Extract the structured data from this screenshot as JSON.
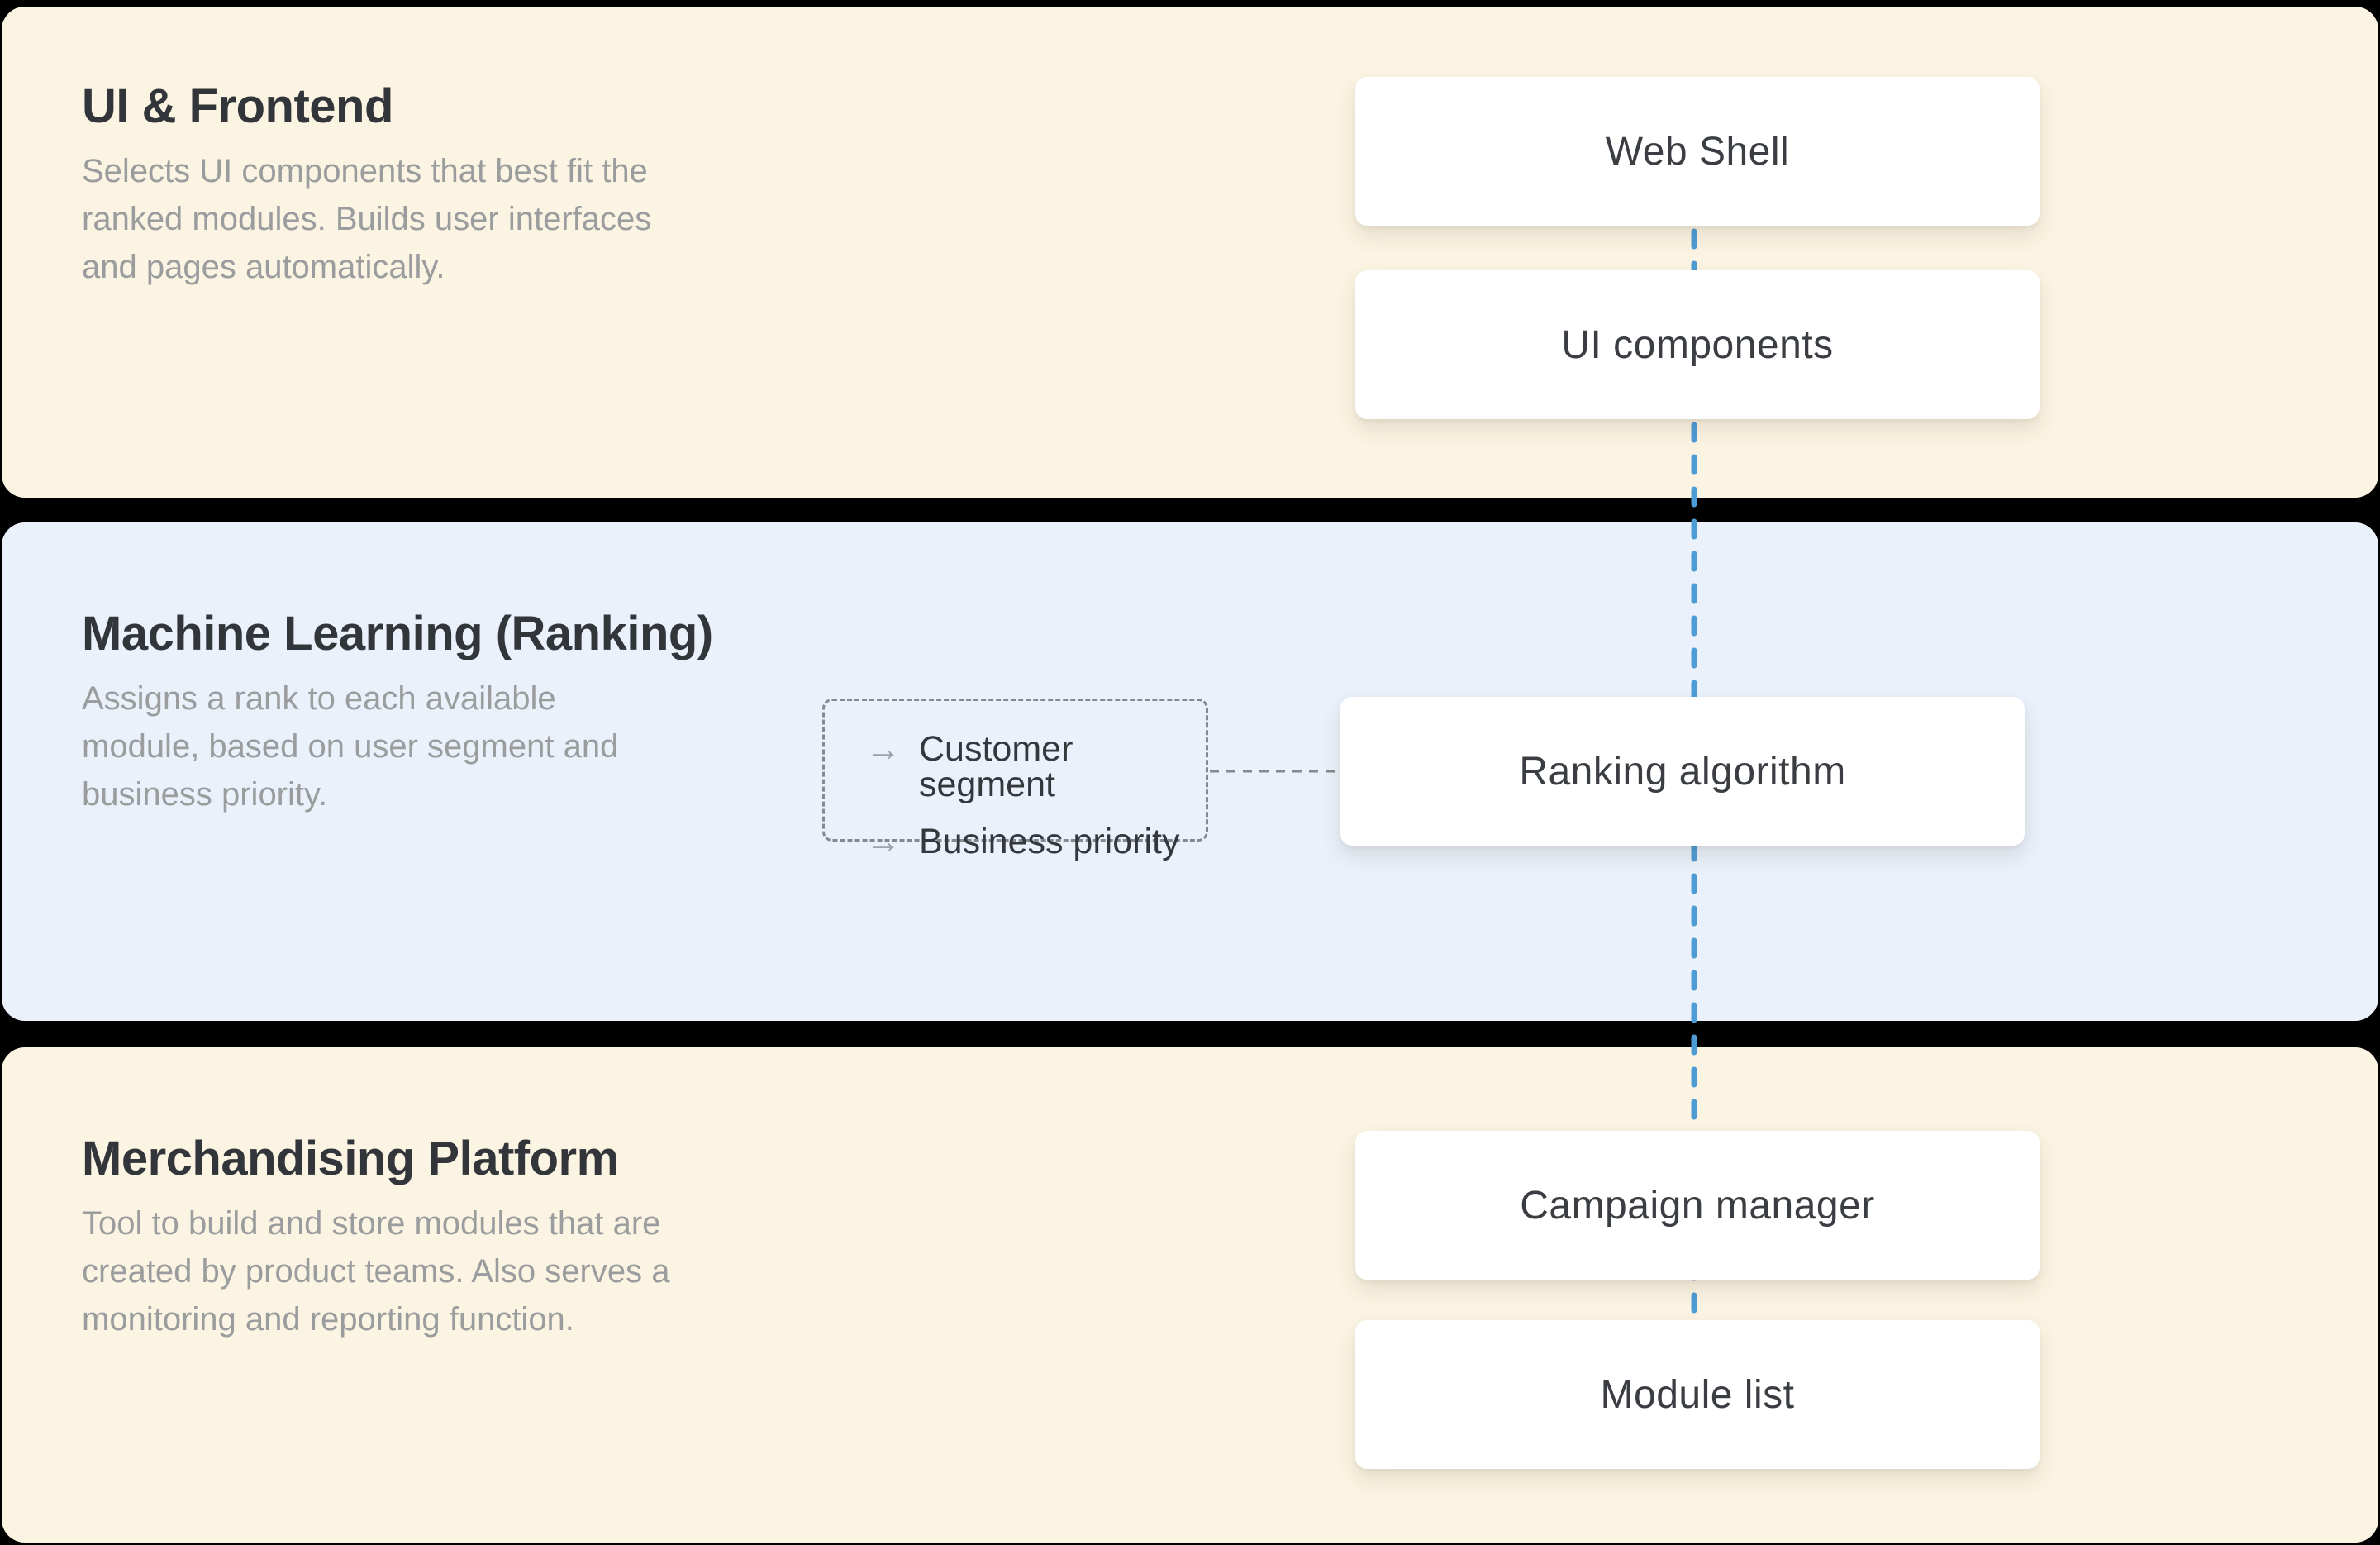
{
  "sections": [
    {
      "id": "ui-frontend",
      "title": "UI & Frontend",
      "description": "Selects UI components that best fit the\nranked modules. Builds user interfaces\nand pages automatically.",
      "cards": [
        "Web Shell",
        "UI components"
      ]
    },
    {
      "id": "machine-learning-ranking",
      "title": "Machine Learning (Ranking)",
      "description": "Assigns a rank to each available\nmodule, based on user segment and\nbusiness priority.",
      "cards": [
        "Ranking algorithm"
      ],
      "inputs": {
        "arrow": "→",
        "items": [
          "Customer segment",
          "Business priority"
        ]
      }
    },
    {
      "id": "merchandising-platform",
      "title": "Merchandising Platform",
      "description": "Tool to build and store modules that are\ncreated by product teams. Also serves a\nmonitoring and reporting function.",
      "cards": [
        "Campaign manager",
        "Module list"
      ]
    }
  ],
  "colors": {
    "background": "#000000",
    "band_cream": "#FCF4E2",
    "band_blue": "#EAF1FA",
    "card_background": "#FFFFFF",
    "title_text": "#32353A",
    "description_text": "#9A9C9E",
    "card_text": "#3A3D42",
    "flow_line_blue": "#4E9CD5",
    "dashed_border_gray": "#85888C"
  }
}
